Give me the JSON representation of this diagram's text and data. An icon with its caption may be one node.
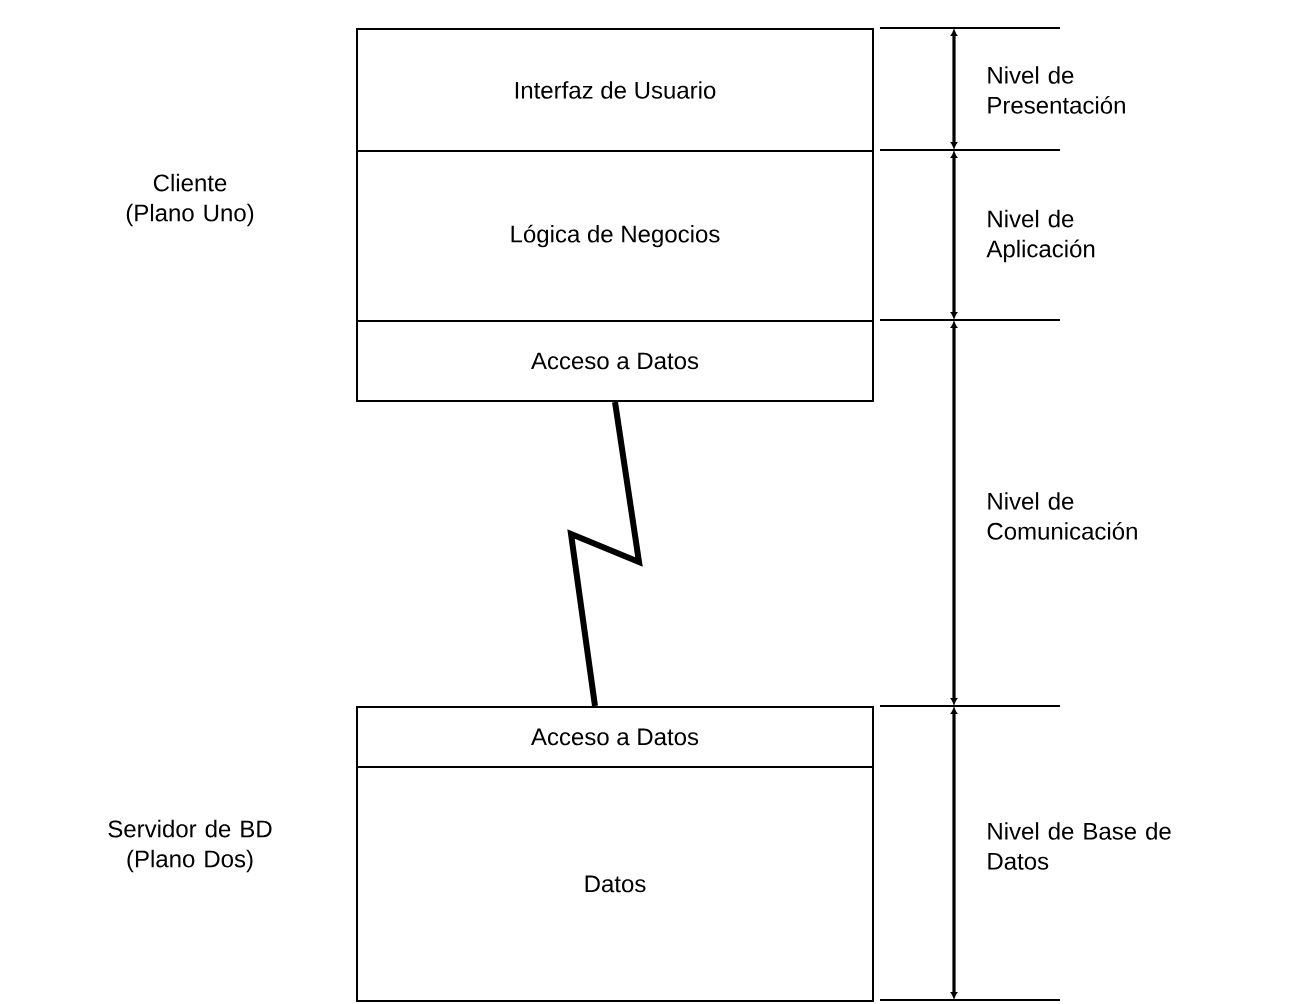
{
  "diagram": {
    "nodes": [
      {
        "text": [
          "Interfaz de Usuario"
        ]
      },
      {
        "text": [
          "Lógica de Negocios"
        ]
      },
      {
        "text": [
          "Acceso a Datos"
        ]
      },
      {
        "text": [
          "Acceso a Datos"
        ]
      },
      {
        "text": [
          "Datos"
        ]
      }
    ],
    "edges": [
      {
        "from": 2,
        "to": 3,
        "arrow": "none"
      }
    ],
    "labels": [
      "Cliente (Plano Uno)",
      "Nivel de Presentación",
      "Nivel de Aplicación",
      "Nivel de Comunicación",
      "Servidor de BD (Plano Dos)",
      "Nivel de Base de Datos"
    ]
  }
}
